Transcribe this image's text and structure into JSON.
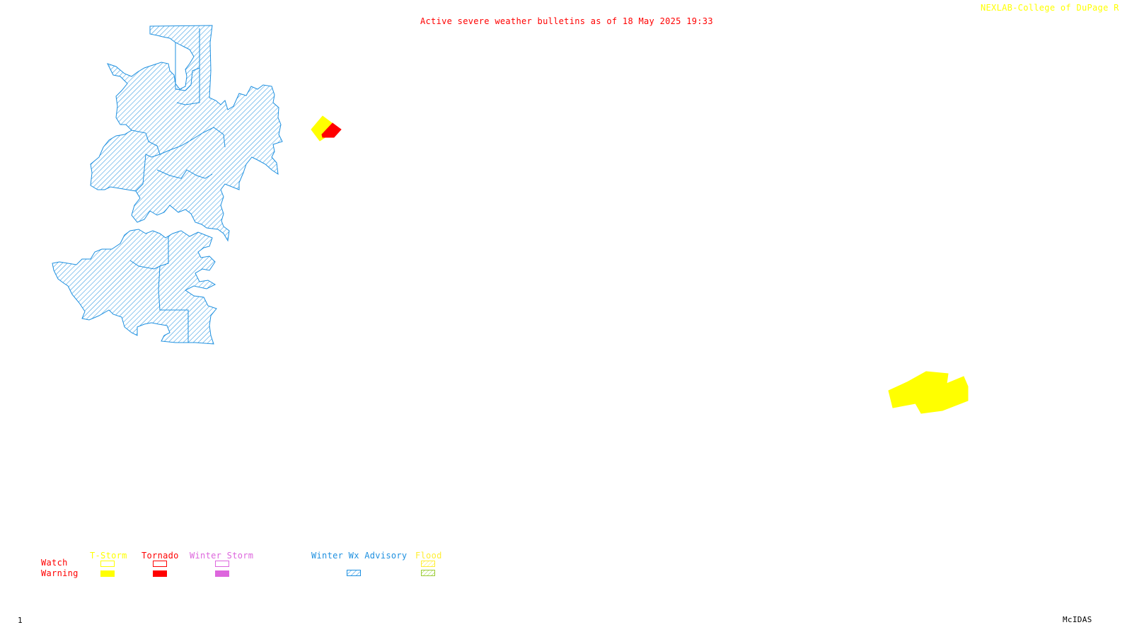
{
  "header": {
    "title": "Active severe weather bulletins as of 18 May 2025 19:33",
    "credit": "NEXLAB-College of DuPage R"
  },
  "colors": {
    "background": "#ffffff",
    "title": "#ff0000",
    "credit": "#ffff00",
    "tstorm": "#ffff00",
    "tornado": "#ff0000",
    "winter_storm": "#dd66dd",
    "winter_wx_advisory": "#1e90e0",
    "flood": "#99cc33",
    "flood_label": "#ffee33"
  },
  "legend": {
    "row_labels": {
      "watch": "Watch",
      "warning": "Warning"
    },
    "categories": [
      {
        "id": "tstorm",
        "label": "T-Storm"
      },
      {
        "id": "tornado",
        "label": "Tornado"
      },
      {
        "id": "winter_storm",
        "label": "Winter Storm"
      },
      {
        "id": "winter_wx_advisory",
        "label": "Winter Wx Advisory"
      },
      {
        "id": "flood",
        "label": "Flood"
      }
    ]
  },
  "footer": {
    "frame_number": "1",
    "software": "McIDAS"
  },
  "map": {
    "alerts": [
      {
        "type": "Winter Wx Advisory",
        "style": "hatched",
        "color_key": "winter_wx_advisory"
      },
      {
        "type": "T-Storm Warning",
        "style": "filled",
        "color_key": "tstorm"
      },
      {
        "type": "Tornado Warning",
        "style": "filled",
        "color_key": "tornado"
      },
      {
        "type": "T-Storm Warning",
        "style": "filled",
        "color_key": "tstorm"
      }
    ]
  }
}
